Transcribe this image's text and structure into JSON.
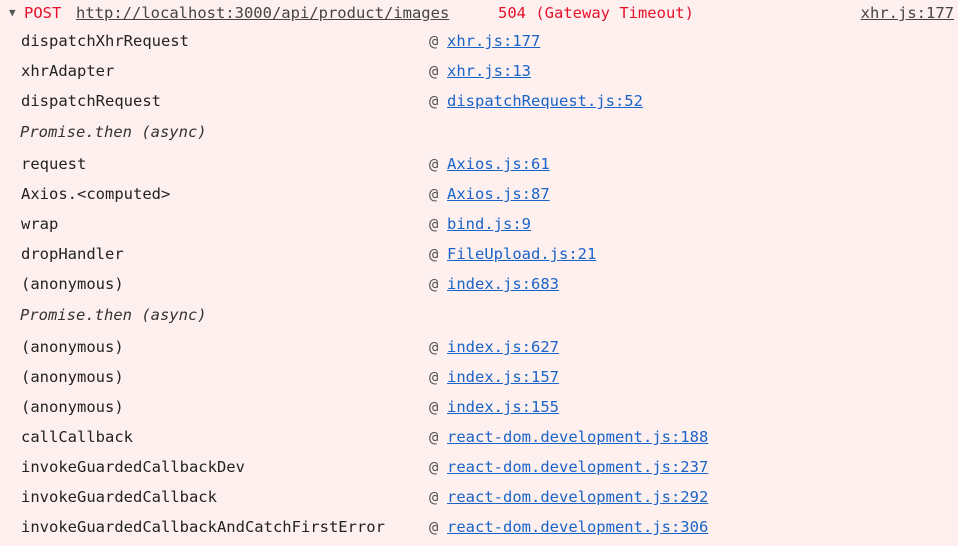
{
  "header": {
    "toggle_icon": "▼",
    "method": "POST",
    "url": "http://localhost:3000/api/product/images",
    "status": "504 (Gateway Timeout)",
    "source": "xhr.js:177"
  },
  "frames": [
    {
      "fn": "dispatchXhrRequest",
      "at": "@",
      "loc": "xhr.js:177"
    },
    {
      "fn": "xhrAdapter",
      "at": "@",
      "loc": "xhr.js:13"
    },
    {
      "fn": "dispatchRequest",
      "at": "@",
      "loc": "dispatchRequest.js:52"
    },
    {
      "async": true,
      "fn": "Promise.then (async)"
    },
    {
      "fn": "request",
      "at": "@",
      "loc": "Axios.js:61"
    },
    {
      "fn": "Axios.<computed>",
      "at": "@",
      "loc": "Axios.js:87"
    },
    {
      "fn": "wrap",
      "at": "@",
      "loc": "bind.js:9"
    },
    {
      "fn": "dropHandler",
      "at": "@",
      "loc": "FileUpload.js:21"
    },
    {
      "fn": "(anonymous)",
      "at": "@",
      "loc": "index.js:683"
    },
    {
      "async": true,
      "fn": "Promise.then (async)"
    },
    {
      "fn": "(anonymous)",
      "at": "@",
      "loc": "index.js:627"
    },
    {
      "fn": "(anonymous)",
      "at": "@",
      "loc": "index.js:157"
    },
    {
      "fn": "(anonymous)",
      "at": "@",
      "loc": "index.js:155"
    },
    {
      "fn": "callCallback",
      "at": "@",
      "loc": "react-dom.development.js:188"
    },
    {
      "fn": "invokeGuardedCallbackDev",
      "at": "@",
      "loc": "react-dom.development.js:237"
    },
    {
      "fn": "invokeGuardedCallback",
      "at": "@",
      "loc": "react-dom.development.js:292"
    },
    {
      "fn": "invokeGuardedCallbackAndCatchFirstError",
      "at": "@",
      "loc": "react-dom.development.js:306"
    }
  ]
}
